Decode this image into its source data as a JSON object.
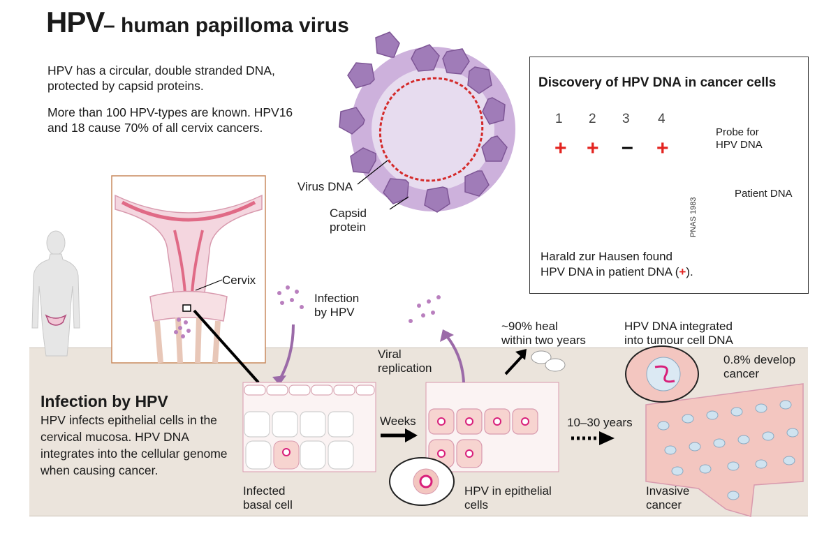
{
  "title": {
    "main": "HPV",
    "sub": "– human papilloma virus"
  },
  "intro": {
    "p1": "HPV has a circular, double stranded DNA, protected by capsid proteins.",
    "p2": "More than 100 HPV-types are known. HPV16 and 18 cause 70% of all cervix cancers."
  },
  "virus": {
    "dna_label": "Virus DNA",
    "capsid_label_1": "Capsid",
    "capsid_label_2": "protein"
  },
  "discovery": {
    "title": "Discovery of HPV DNA in cancer cells",
    "lanes": [
      "1",
      "2",
      "3",
      "4"
    ],
    "signs": [
      "+",
      "+",
      "–",
      "+"
    ],
    "probe_label_1": "Probe for",
    "probe_label_2": "HPV DNA",
    "patient_label": "Patient DNA",
    "credit": "PNAS 1983",
    "caption_1": "Harald zur Hausen found",
    "caption_2_pre": "HPV DNA in patient DNA (",
    "caption_2_plus": "+",
    "caption_2_post": ")."
  },
  "cervix_label": "Cervix",
  "infection": {
    "title": "Infection by HPV",
    "body": "HPV infects epithelial cells in the cervical mucosa. HPV DNA integrates into the cellular genome when causing cancer.",
    "by_hpv_1": "Infection",
    "by_hpv_2": "by HPV",
    "basal_1": "Infected",
    "basal_2": "basal cell",
    "weeks": "Weeks",
    "viral_1": "Viral",
    "viral_2": "replication",
    "heal_1": "~90% heal",
    "heal_2": "within two years",
    "epi_1": "HPV in epithelial",
    "epi_2": "cells",
    "years": "10–30 years",
    "integrated_1": "HPV DNA integrated",
    "integrated_2": "into tumour cell DNA",
    "develop_1": "0.8% develop",
    "develop_2": "cancer",
    "invasive_1": "Invasive",
    "invasive_2": "cancer"
  },
  "colors": {
    "pink": "#e79ab0",
    "red": "#e3231f",
    "purple": "#9b6aa8",
    "band": "#ebe4dc"
  }
}
